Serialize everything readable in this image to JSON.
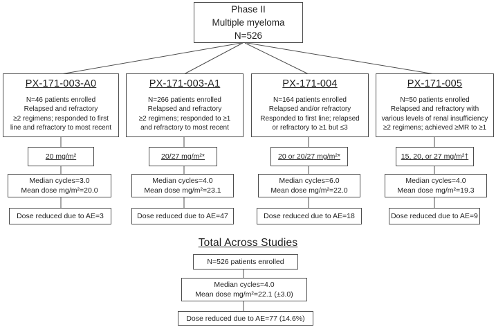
{
  "root_box": {
    "text": "Phase II\nMultiple myeloma\nN=526"
  },
  "studies": [
    {
      "id": "PX-171-003-A0",
      "description": "N=46 patients enrolled\nRelapsed and refractory\n≥2 regimens; responded to first\nline and refractory to most recent",
      "dose": "20 mg/m²",
      "cycles": "Median cycles=3.0\nMean dose mg/m²=20.0",
      "ae": "Dose reduced due to AE=3"
    },
    {
      "id": "PX-171-003-A1",
      "description": "N=266 patients enrolled\nRelapsed and refractory\n≥2 regimens; responded to ≥1\nand refractory to most recent",
      "dose": "20/27 mg/m²*",
      "cycles": "Median cycles=4.0\nMean dose mg/m²=23.1",
      "ae": "Dose reduced due to AE=47"
    },
    {
      "id": "PX-171-004",
      "description": "N=164 patients enrolled\nRelapsed and/or refractory\nResponded to first line; relapsed\nor refractory to ≥1 but ≤3",
      "dose": "20 or 20/27 mg/m²*",
      "cycles": "Median cycles=6.0\nMean dose mg/m²=22.0",
      "ae": "Dose reduced due to AE=18"
    },
    {
      "id": "PX-171-005",
      "description": "N=50 patients enrolled\nRelapsed and refractory with\nvarious levels of renal insufficiency\n≥2 regimens; achieved ≥MR to ≥1",
      "dose": "15, 20, or 27 mg/m²†",
      "cycles": "Median cycles=4.0\nMean dose mg/m²=19.3",
      "ae": "Dose reduced due to AE=9"
    }
  ],
  "total": {
    "heading": "Total Across Studies",
    "enrolled": "N=526 patients enrolled",
    "cycles": "Median cycles=4.0\nMean dose mg/m²=22.1 (±3.0)",
    "ae": "Dose reduced due to AE=77 (14.6%)"
  },
  "colors": {
    "line": "#4d4d4d",
    "text": "#1f1f1f",
    "background": "#ffffff"
  }
}
